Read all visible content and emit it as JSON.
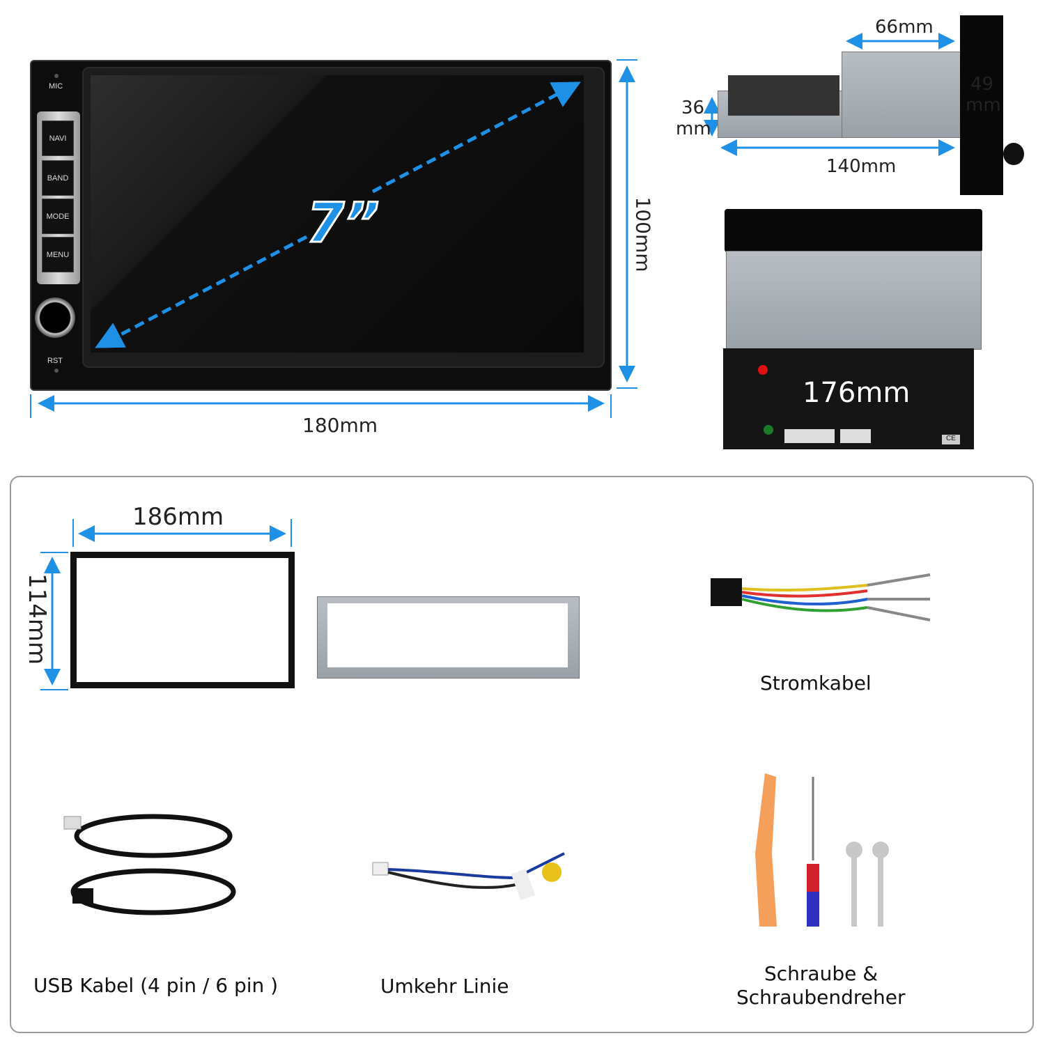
{
  "head_unit": {
    "mic": "MIC",
    "rst": "RST",
    "buttons": [
      "NAVI",
      "BAND",
      "MODE",
      "MENU"
    ],
    "screen_size": "7”"
  },
  "dimensions": {
    "width": "180mm",
    "height": "100mm",
    "depth_top": "66mm",
    "depth_total": "140mm",
    "height_side_left": "36",
    "height_side_left_unit": "mm",
    "height_side_right": "49",
    "height_side_right_unit": "mm",
    "rear_width": "176mm",
    "frame_width": "186mm",
    "frame_height": "114mm"
  },
  "accessories": {
    "power_cable": "Stromkabel",
    "usb_cable": "USB Kabel (4 pin / 6 pin )",
    "reverse_line": "Umkehr Linie",
    "screws_line1": "Schraube &",
    "screws_line2": "Schraubendreher"
  },
  "colors": {
    "dimension_arrow": "#1e90e6",
    "panel_border": "#9a9a9a",
    "pry_tool": "#f5a05a"
  },
  "rear_label": "CE"
}
